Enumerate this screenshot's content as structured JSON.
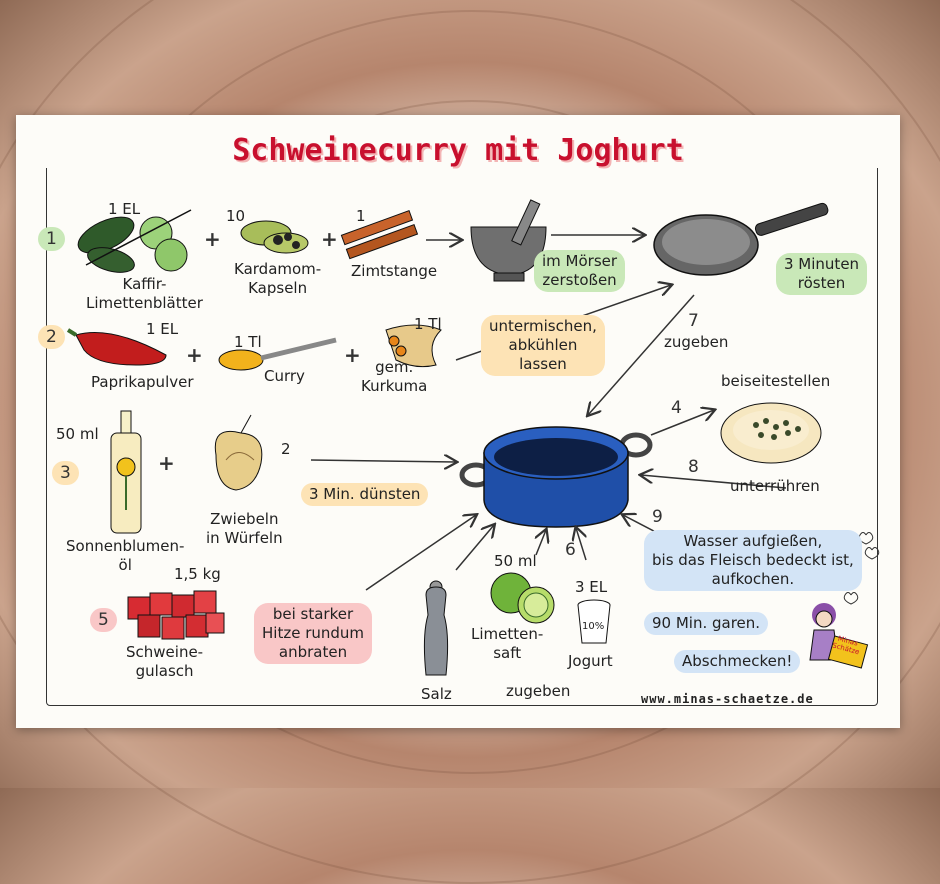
{
  "title": "Schweinecurry mit Joghurt",
  "steps": {
    "s1": "1",
    "s2": "2",
    "s3": "3",
    "s4": "4",
    "s5": "5",
    "s6": "6",
    "s7": "7",
    "s8": "8",
    "s9": "9"
  },
  "ingredients": {
    "lime_leaves_qty": "1 EL",
    "lime_leaves": "Kaffir-\nLimettenblätter",
    "cardamom_qty": "10",
    "cardamom": "Kardamom-\nKapseln",
    "cinnamon_qty": "1",
    "cinnamon": "Zimtstange",
    "paprika_qty": "1 EL",
    "paprika": "Paprikapulver",
    "curry_qty": "1 Tl",
    "curry": "Curry",
    "turmeric_qty": "1 Tl",
    "turmeric": "gem.\nKurkuma",
    "oil_qty": "50 ml",
    "oil": "Sonnenblumen-\nöl",
    "onion_qty": "2",
    "onion": "Zwiebeln\nin Würfeln",
    "pork_qty": "1,5 kg",
    "pork": "Schweine-\ngulasch",
    "lime_juice_qty": "50 ml",
    "lime_juice": "Limetten-\nsaft",
    "yogurt_qty": "3 EL",
    "yogurt": "Jogurt",
    "yogurt_label": "10%",
    "salt": "Salz"
  },
  "actions": {
    "mortar": "im Mörser\nzerstoßen",
    "roast": "3 Minuten\nrösten",
    "mix": "untermischen,\nabkühlen\nlassen",
    "add7": "zugeben",
    "aside": "beiseitestellen",
    "stir": "unterrühren",
    "saute": "3 Min. dünsten",
    "sear": "bei starker\nHitze rundum\nanbraten",
    "water": "Wasser aufgießen,\nbis das Fleisch bedeckt ist,\naufkochen.",
    "cook": "90 Min. garen.",
    "season": "Abschmecken!",
    "add_bottom": "zugeben"
  },
  "website": "www.minas-schaetze.de",
  "logo_text": "Minas\nSchätze",
  "colors": {
    "title": "#c8102e",
    "pan": "#1f4fa8",
    "green_hl": "#c9e8b8",
    "orange_hl": "#fde3b5",
    "red_hl": "#f9c7c7",
    "blue_hl": "#d3e4f6"
  }
}
